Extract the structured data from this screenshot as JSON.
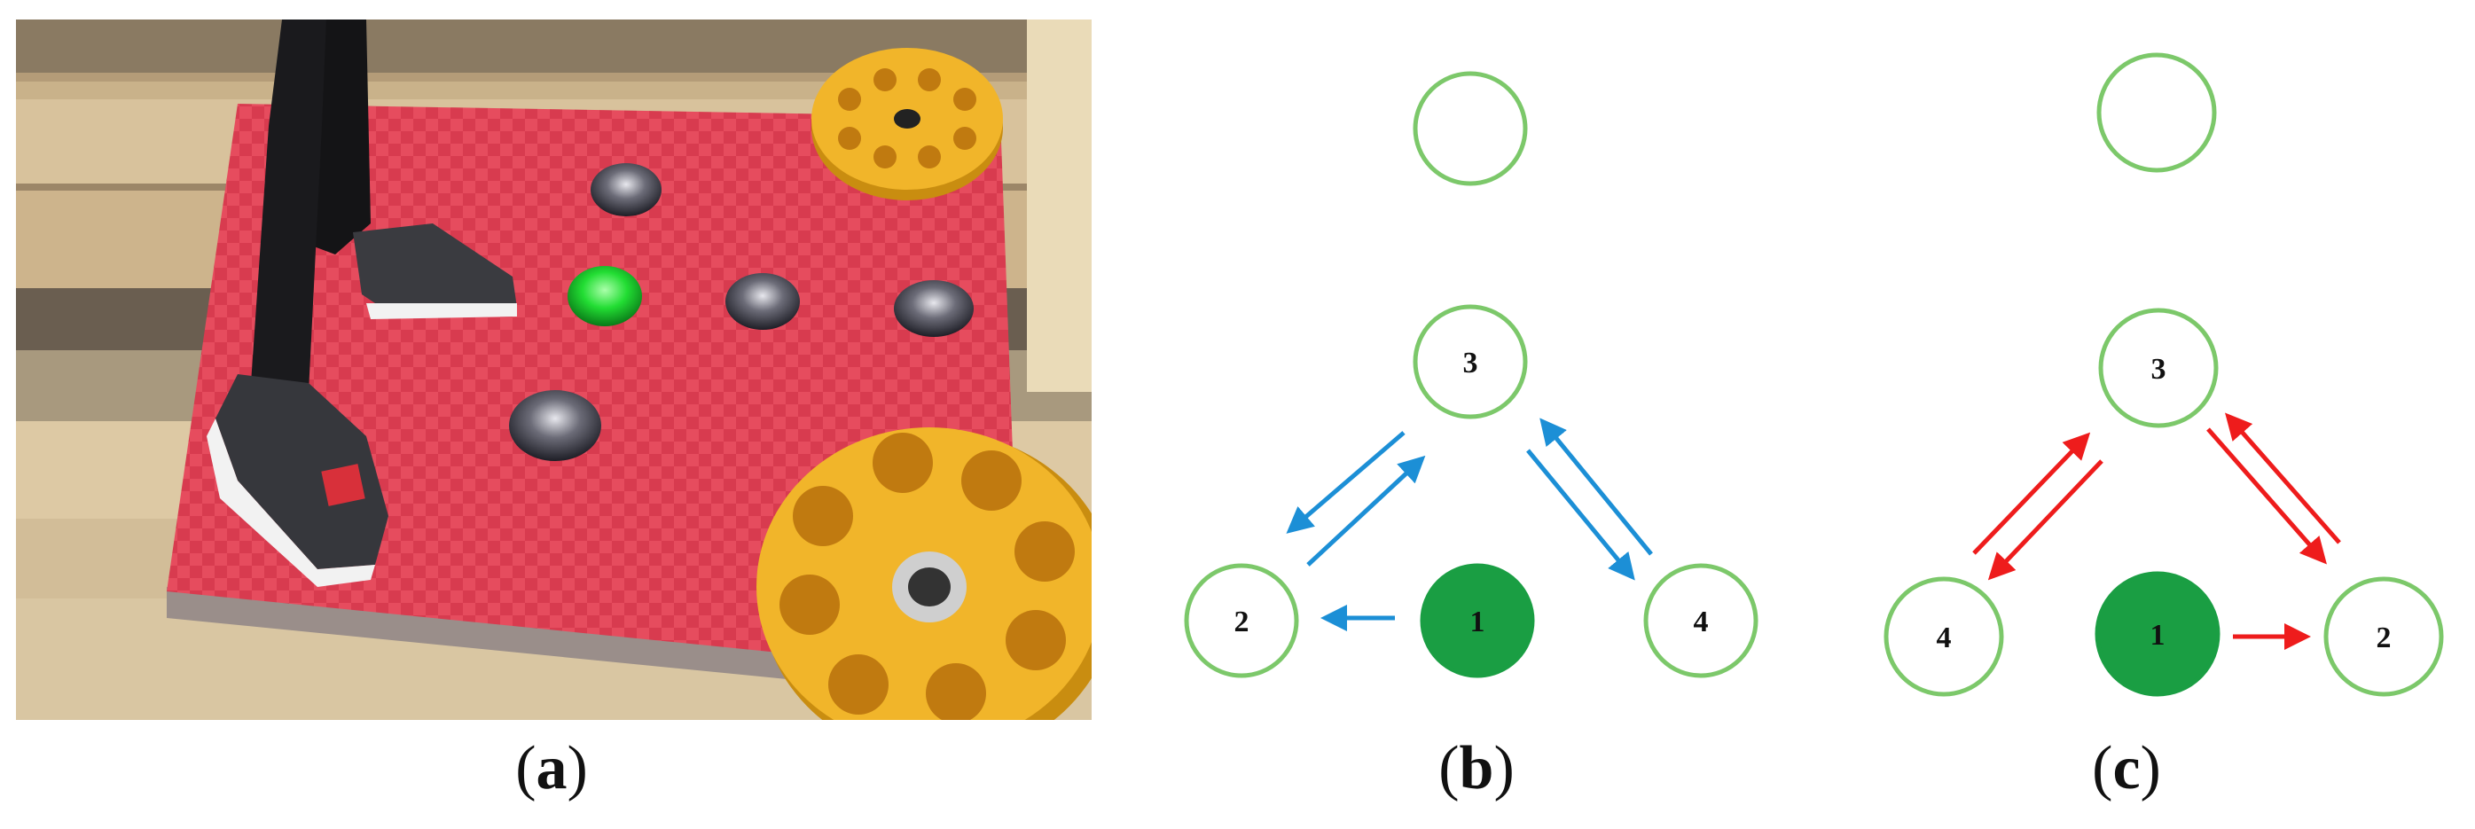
{
  "captions": {
    "a_letter": "a",
    "b_letter": "b",
    "c_letter": "c"
  },
  "colors": {
    "node_outline": "#7cc86a",
    "node_active": "#1a9e43",
    "arrow_b": "#1c8fd6",
    "arrow_c": "#ee1c1c",
    "mat": "#e8475a",
    "plate": "#f0b323"
  },
  "panel_b": {
    "node_labels": {
      "n3": "3",
      "n2": "2",
      "n1": "1",
      "n4": "4"
    }
  },
  "panel_c": {
    "node_labels": {
      "n3": "3",
      "n4": "4",
      "n1": "1",
      "n2": "2"
    }
  }
}
